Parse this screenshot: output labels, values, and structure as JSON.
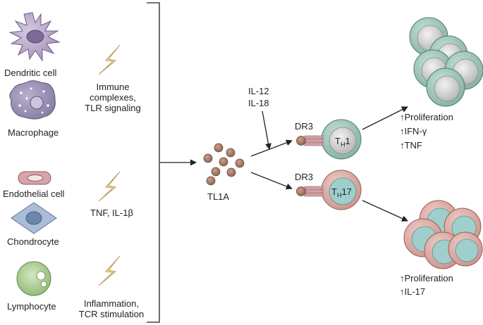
{
  "sources": {
    "dendritic_cell": "Dendritic cell",
    "macrophage": "Macrophage",
    "endothelial_cell": "Endothelial cell",
    "chondrocyte": "Chondrocyte",
    "lymphocyte": "Lymphocyte"
  },
  "stimuli": {
    "immune_line1": "Immune",
    "immune_line2": "complexes,",
    "immune_line3": "TLR signaling",
    "tnf": "TNF, IL-1β",
    "inflam_line1": "Inflammation,",
    "inflam_line2": "TCR stimulation"
  },
  "center": {
    "tl1a": "TL1A",
    "il12": "IL-12",
    "il18": "IL-18"
  },
  "th1": {
    "receptor": "DR3",
    "cell_main": "T",
    "cell_sub": "H",
    "cell_suffix": "1",
    "outcome1": "↑Proliferation",
    "outcome2": "↑IFN-γ",
    "outcome3": "↑TNF"
  },
  "th17": {
    "receptor": "DR3",
    "cell_main": "T",
    "cell_sub": "H",
    "cell_suffix": "17",
    "outcome1": "↑Proliferation",
    "outcome2": "↑IL-17"
  },
  "colors": {
    "dendritic": "#b4a3c8",
    "macrophage": "#9a8fb3",
    "endothelial": "#d9a3a8",
    "chondrocyte": "#a9bdd9",
    "lymphocyte": "#a8c98f",
    "lightning": "#f6e3a0",
    "tl1a_dot": "#a87866",
    "th1_ring": "#8fbcb1",
    "th17_ring": "#d7a29c",
    "nucleus": "#c9c9c9"
  }
}
